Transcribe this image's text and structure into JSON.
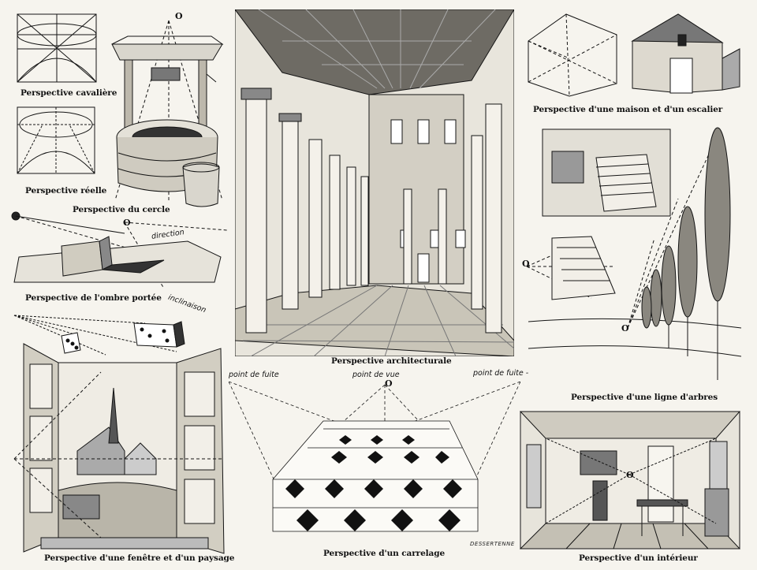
{
  "captions": {
    "cavaliere": "Perspective cavalière",
    "reelle": "Perspective réelle",
    "cercle": "Perspective du cercle",
    "ombre": "Perspective de l'ombre portée",
    "architecturale": "Perspective architecturale",
    "maison": "Perspective d'une maison et d'un escalier",
    "arbres": "Perspective d'une ligne d'arbres",
    "fenetre": "Perspective d'une fenêtre et d'un paysage",
    "carrelage": "Perspective d'un carrelage",
    "interieur": "Perspective d'un intérieur"
  },
  "labels": {
    "direction": "direction",
    "inclinaison": "inclinaison",
    "point_fuite_left": "point de fuite",
    "point_vue": "point de vue",
    "point_fuite_right": "point de fuite -",
    "o": "O"
  },
  "signature": "DESSERTENNE",
  "colors": {
    "ink": "#151515",
    "paper": "#f6f4ee"
  }
}
